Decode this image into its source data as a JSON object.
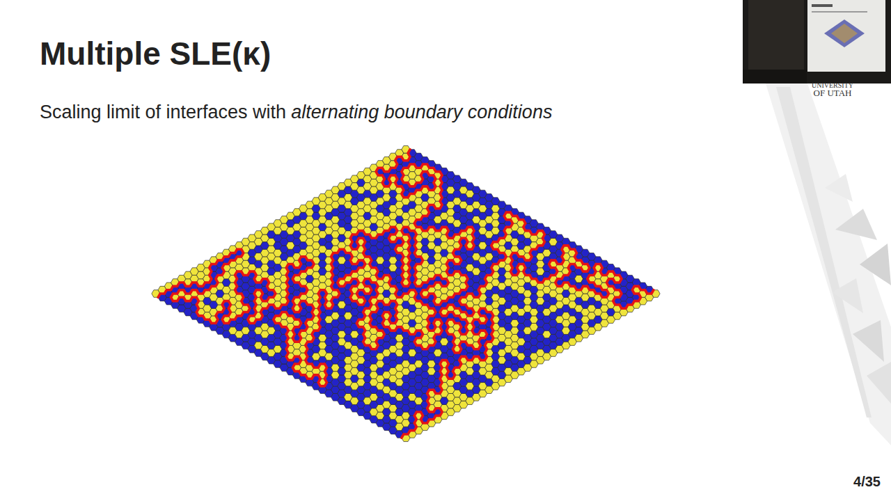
{
  "diagram": {
    "title": "Multiple SLE(κ)",
    "labels": [
      "Scaling limit of interfaces with",
      "alternating boundary conditions",
      "UNIVERSITY",
      "OF UTAH",
      "4/35"
    ]
  }
}
